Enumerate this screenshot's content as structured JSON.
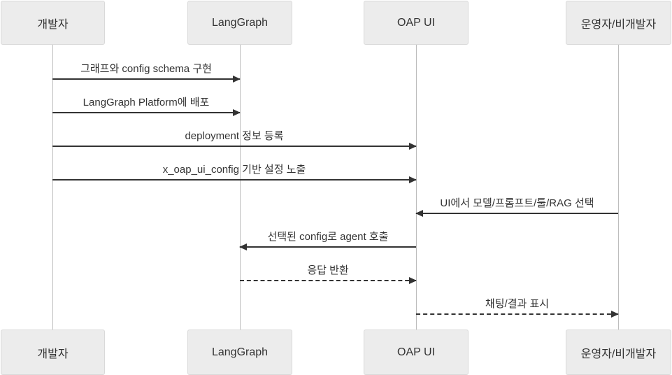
{
  "diagram": {
    "type": "sequence",
    "background": "#ffffff",
    "colors": {
      "actor_fill": "#ececec",
      "actor_border": "#d9d9d9",
      "arrow_line": "#333333",
      "lifeline": "#bdbdbd",
      "text": "#333333"
    },
    "actors": [
      {
        "id": "developer",
        "label": "개발자"
      },
      {
        "id": "langgraph",
        "label": "LangGraph"
      },
      {
        "id": "oap-ui",
        "label": "OAP UI"
      },
      {
        "id": "operator",
        "label": "운영자/비개발자"
      }
    ],
    "messages": [
      {
        "text": "그래프와 config schema 구현",
        "from": "개발자",
        "to": "LangGraph",
        "line": "solid"
      },
      {
        "text": "LangGraph Platform에 배포",
        "from": "개발자",
        "to": "LangGraph",
        "line": "solid"
      },
      {
        "text": "deployment 정보 등록",
        "from": "개발자",
        "to": "OAP UI",
        "line": "solid"
      },
      {
        "text": "x_oap_ui_config 기반 설정 노출",
        "from": "개발자",
        "to": "OAP UI",
        "line": "solid"
      },
      {
        "text": "UI에서 모델/프롬프트/툴/RAG 선택",
        "from": "운영자/비개발자",
        "to": "OAP UI",
        "line": "solid"
      },
      {
        "text": "선택된 config로 agent 호출",
        "from": "OAP UI",
        "to": "LangGraph",
        "line": "solid"
      },
      {
        "text": "응답 반환",
        "from": "LangGraph",
        "to": "OAP UI",
        "line": "dashed"
      },
      {
        "text": "채팅/결과 표시",
        "from": "OAP UI",
        "to": "운영자/비개발자",
        "line": "dashed"
      }
    ]
  }
}
